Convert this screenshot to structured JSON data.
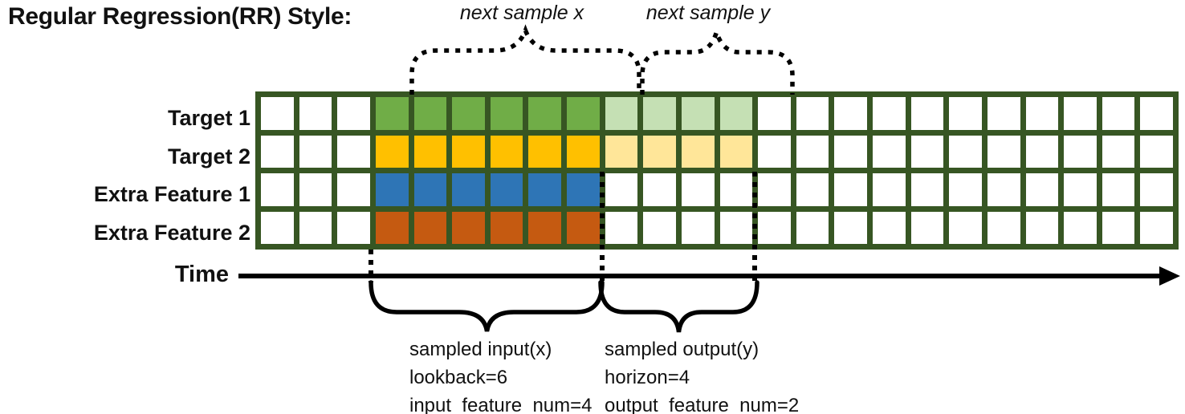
{
  "title": "Regular Regression(RR) Style:",
  "annotations": {
    "next_sample_x": "next sample x",
    "next_sample_y": "next sample y",
    "time_label": "Time"
  },
  "input_note": {
    "line1": "sampled input(x)",
    "line2": "lookback=6",
    "line3": "input_feature_num=4"
  },
  "output_note": {
    "line1": "sampled output(y)",
    "line2": "horizon=4",
    "line3": "output_feature_num=2"
  },
  "grid": {
    "columns": 24,
    "input_start_col": 3,
    "lookback": 6,
    "horizon": 4,
    "border_color": "#375623",
    "empty_color": "#FFFFFF",
    "rows": [
      {
        "label": "Target 1",
        "input_color": "#70AD47",
        "output_color": "#C5E0B4"
      },
      {
        "label": "Target 2",
        "input_color": "#FFC000",
        "output_color": "#FFE699"
      },
      {
        "label": "Extra Feature 1",
        "input_color": "#2E75B6",
        "output_color": null
      },
      {
        "label": "Extra Feature 2",
        "input_color": "#C55A11",
        "output_color": null
      }
    ]
  },
  "line_color": "#000000"
}
